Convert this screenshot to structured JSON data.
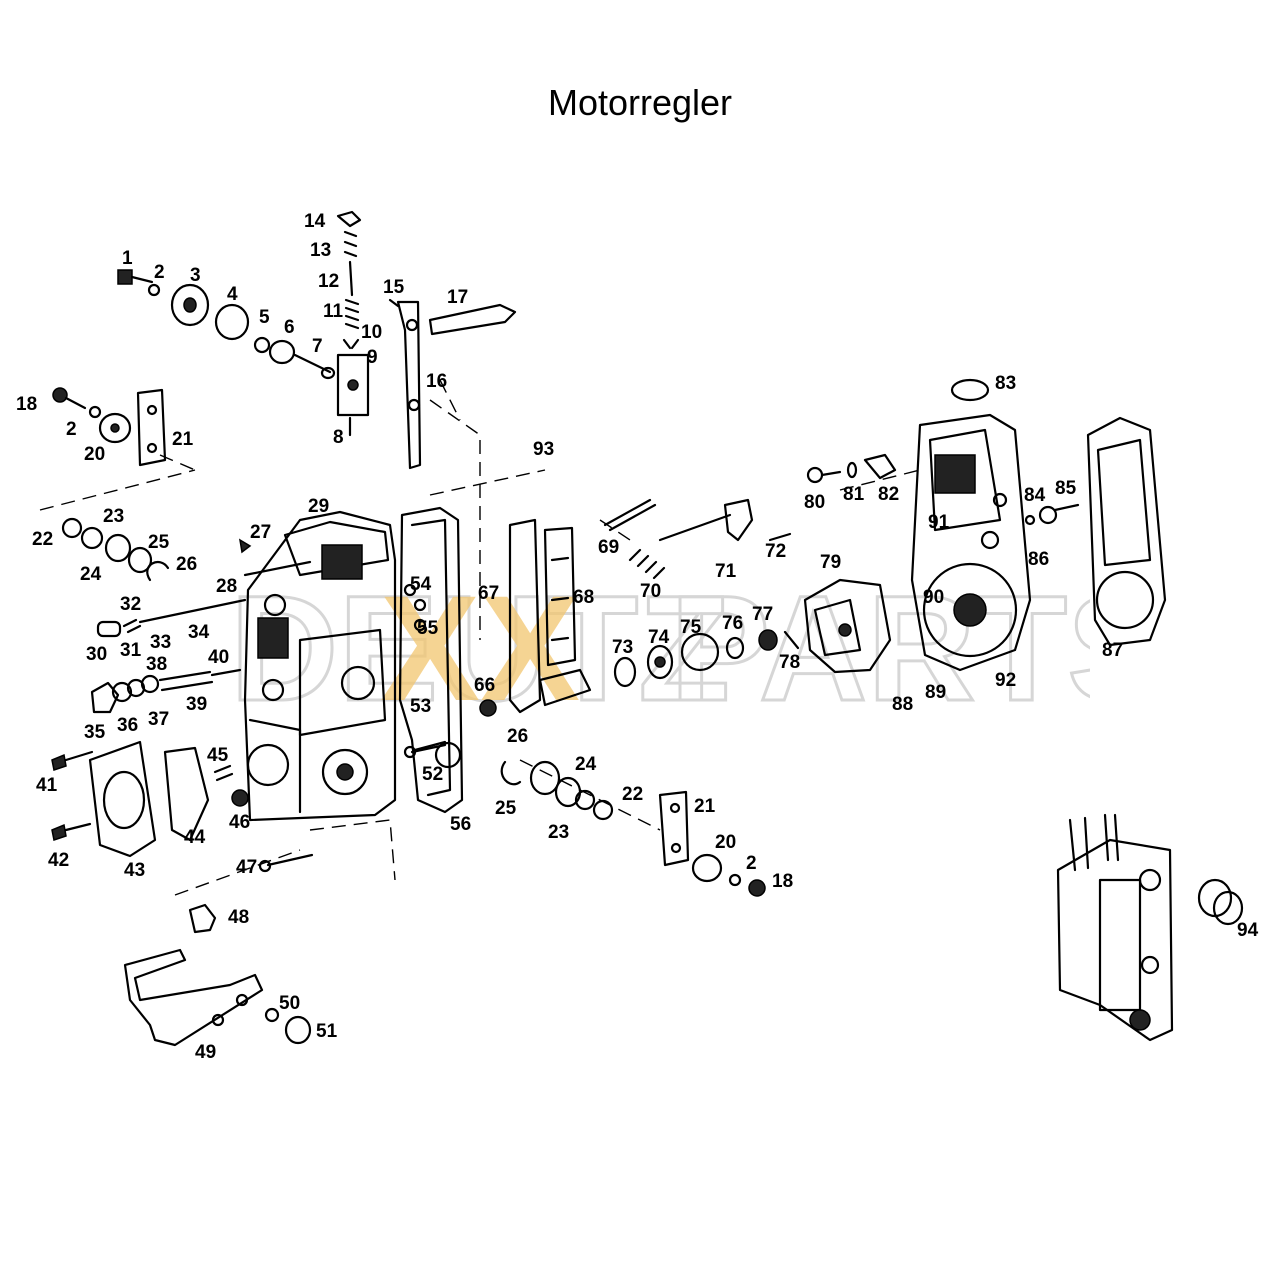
{
  "title": "Motorregler",
  "watermark": {
    "part1": "DEUTZ",
    "part2": "XX",
    "part3": "PARTS"
  },
  "labels": [
    "1",
    "2",
    "3",
    "4",
    "5",
    "6",
    "7",
    "8",
    "9",
    "10",
    "11",
    "12",
    "13",
    "14",
    "15",
    "16",
    "17",
    "18",
    "20",
    "21",
    "22",
    "23",
    "24",
    "25",
    "26",
    "27",
    "28",
    "29",
    "30",
    "31",
    "32",
    "33",
    "34",
    "35",
    "36",
    "37",
    "38",
    "39",
    "40",
    "41",
    "42",
    "43",
    "44",
    "45",
    "46",
    "47",
    "48",
    "49",
    "50",
    "51",
    "52",
    "53",
    "54",
    "55",
    "56",
    "66",
    "67",
    "68",
    "69",
    "70",
    "71",
    "72",
    "73",
    "74",
    "75",
    "76",
    "77",
    "78",
    "79",
    "80",
    "81",
    "82",
    "83",
    "84",
    "85",
    "86",
    "87",
    "88",
    "89",
    "90",
    "91",
    "92",
    "93",
    "94"
  ],
  "repeated_labels": [
    "2",
    "18",
    "20",
    "21",
    "22",
    "23",
    "24",
    "25",
    "26"
  ]
}
